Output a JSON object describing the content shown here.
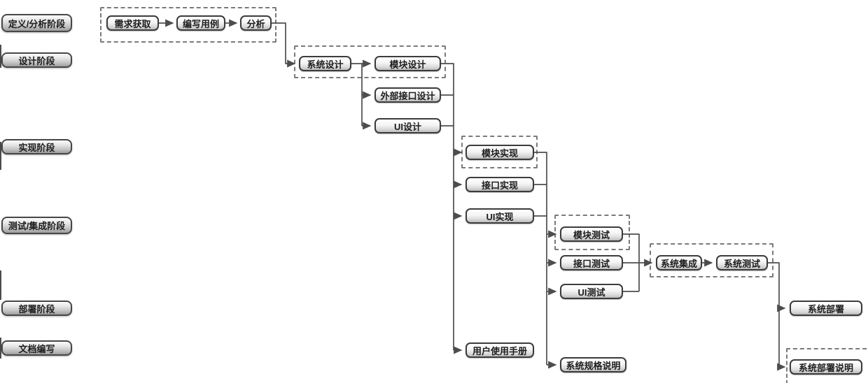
{
  "colors": {
    "box_border": "#3b3b3b",
    "phase_border": "#474747",
    "wire": "#4d4d4d",
    "dashed_border": "#7a7a7a",
    "box_fill_top": "#ffffff",
    "box_fill_bottom": "#bdbdbd"
  },
  "phases": [
    {
      "label": "定义/分析阶段"
    },
    {
      "label": "设计阶段"
    },
    {
      "label": "实现阶段"
    },
    {
      "label": "测试/集成阶段"
    },
    {
      "label": "部署阶段"
    },
    {
      "label": "文档编写"
    }
  ],
  "tasks": {
    "requirements": "需求获取",
    "use_case": "编写用例",
    "analysis": "分析",
    "system_design": "系统设计",
    "module_design": "模块设计",
    "external_interface_design": "外部接口设计",
    "ui_design": "UI设计",
    "module_impl": "模块实现",
    "interface_impl": "接口实现",
    "ui_impl": "UI实现",
    "module_test": "模块测试",
    "interface_test": "接口测试",
    "ui_test": "UI测试",
    "system_integration": "系统集成",
    "system_test": "系统测试",
    "system_deploy": "系统部署",
    "user_manual": "用户使用手册",
    "system_spec": "系统规格说明",
    "deploy_doc": "系统部署说明"
  }
}
